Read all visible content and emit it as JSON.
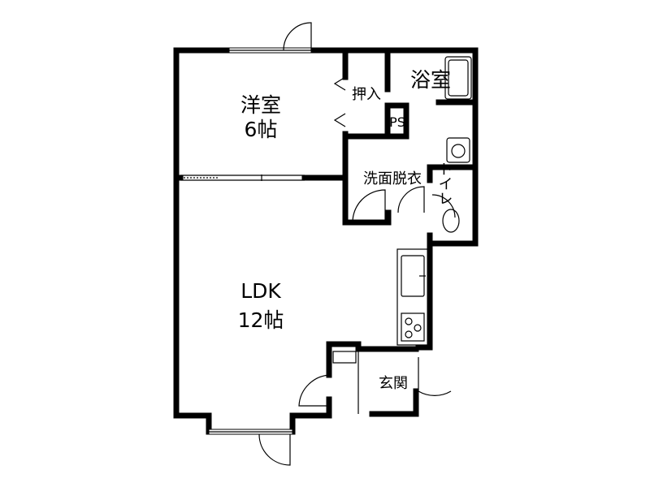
{
  "rooms": {
    "western_room": {
      "name": "洋室",
      "size": "6帖"
    },
    "closet": {
      "name": "押入"
    },
    "bath": {
      "name": "浴室"
    },
    "pipe_space": {
      "name": "PS"
    },
    "washroom": {
      "name": "洗面脱衣"
    },
    "toilet": {
      "name": "トイレ"
    },
    "ldk": {
      "name": "LDK",
      "size": "12帖"
    },
    "entrance": {
      "name": "玄関"
    }
  },
  "colors": {
    "wall": "#000000",
    "background": "#ffffff"
  }
}
